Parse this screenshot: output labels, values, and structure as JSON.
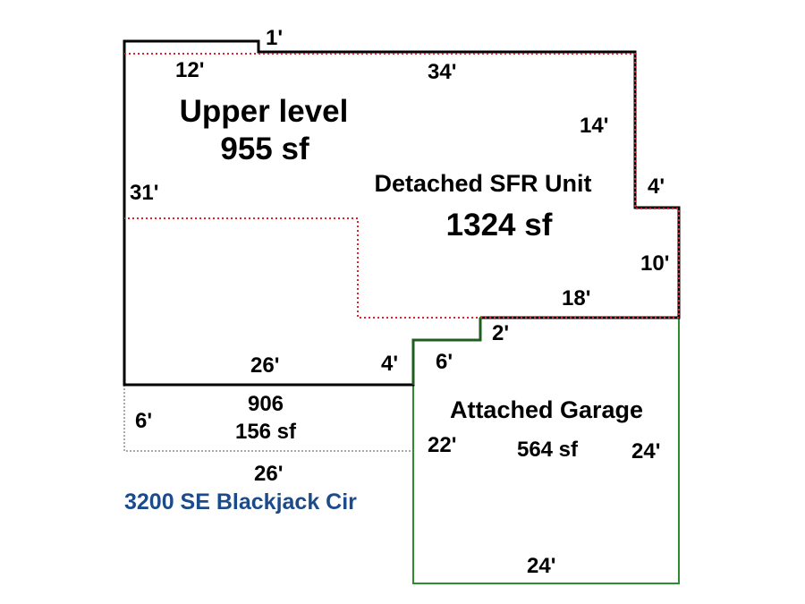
{
  "colors": {
    "wall": "#000000",
    "upper_level": "#e0202a",
    "garage": "#2e8b2e",
    "garage_wall": "#1f5e1f",
    "porch": "#555555",
    "address": "#1c4b8c"
  },
  "upper_level": {
    "label": "Upper level",
    "area": "955 sf"
  },
  "main_unit": {
    "label": "Detached SFR Unit",
    "area": "1324 sf"
  },
  "porch": {
    "label": "906",
    "area": "156 sf"
  },
  "garage": {
    "label": "Attached Garage",
    "area": "564 sf"
  },
  "dimensions": {
    "top_step": "1'",
    "upper_top": "12'",
    "top": "34'",
    "right_upper": "14'",
    "right_step": "4'",
    "right_lower": "10'",
    "bottom_right": "18'",
    "garage_step": "2'",
    "left": "31'",
    "bottom_left": "26'",
    "bottom_step": "4'",
    "garage_inner": "6'",
    "porch_side": "6'",
    "porch_bottom": "26'",
    "garage_left": "22'",
    "garage_right": "24'",
    "garage_bottom": "24'"
  },
  "address": "3200 SE Blackjack Cir"
}
